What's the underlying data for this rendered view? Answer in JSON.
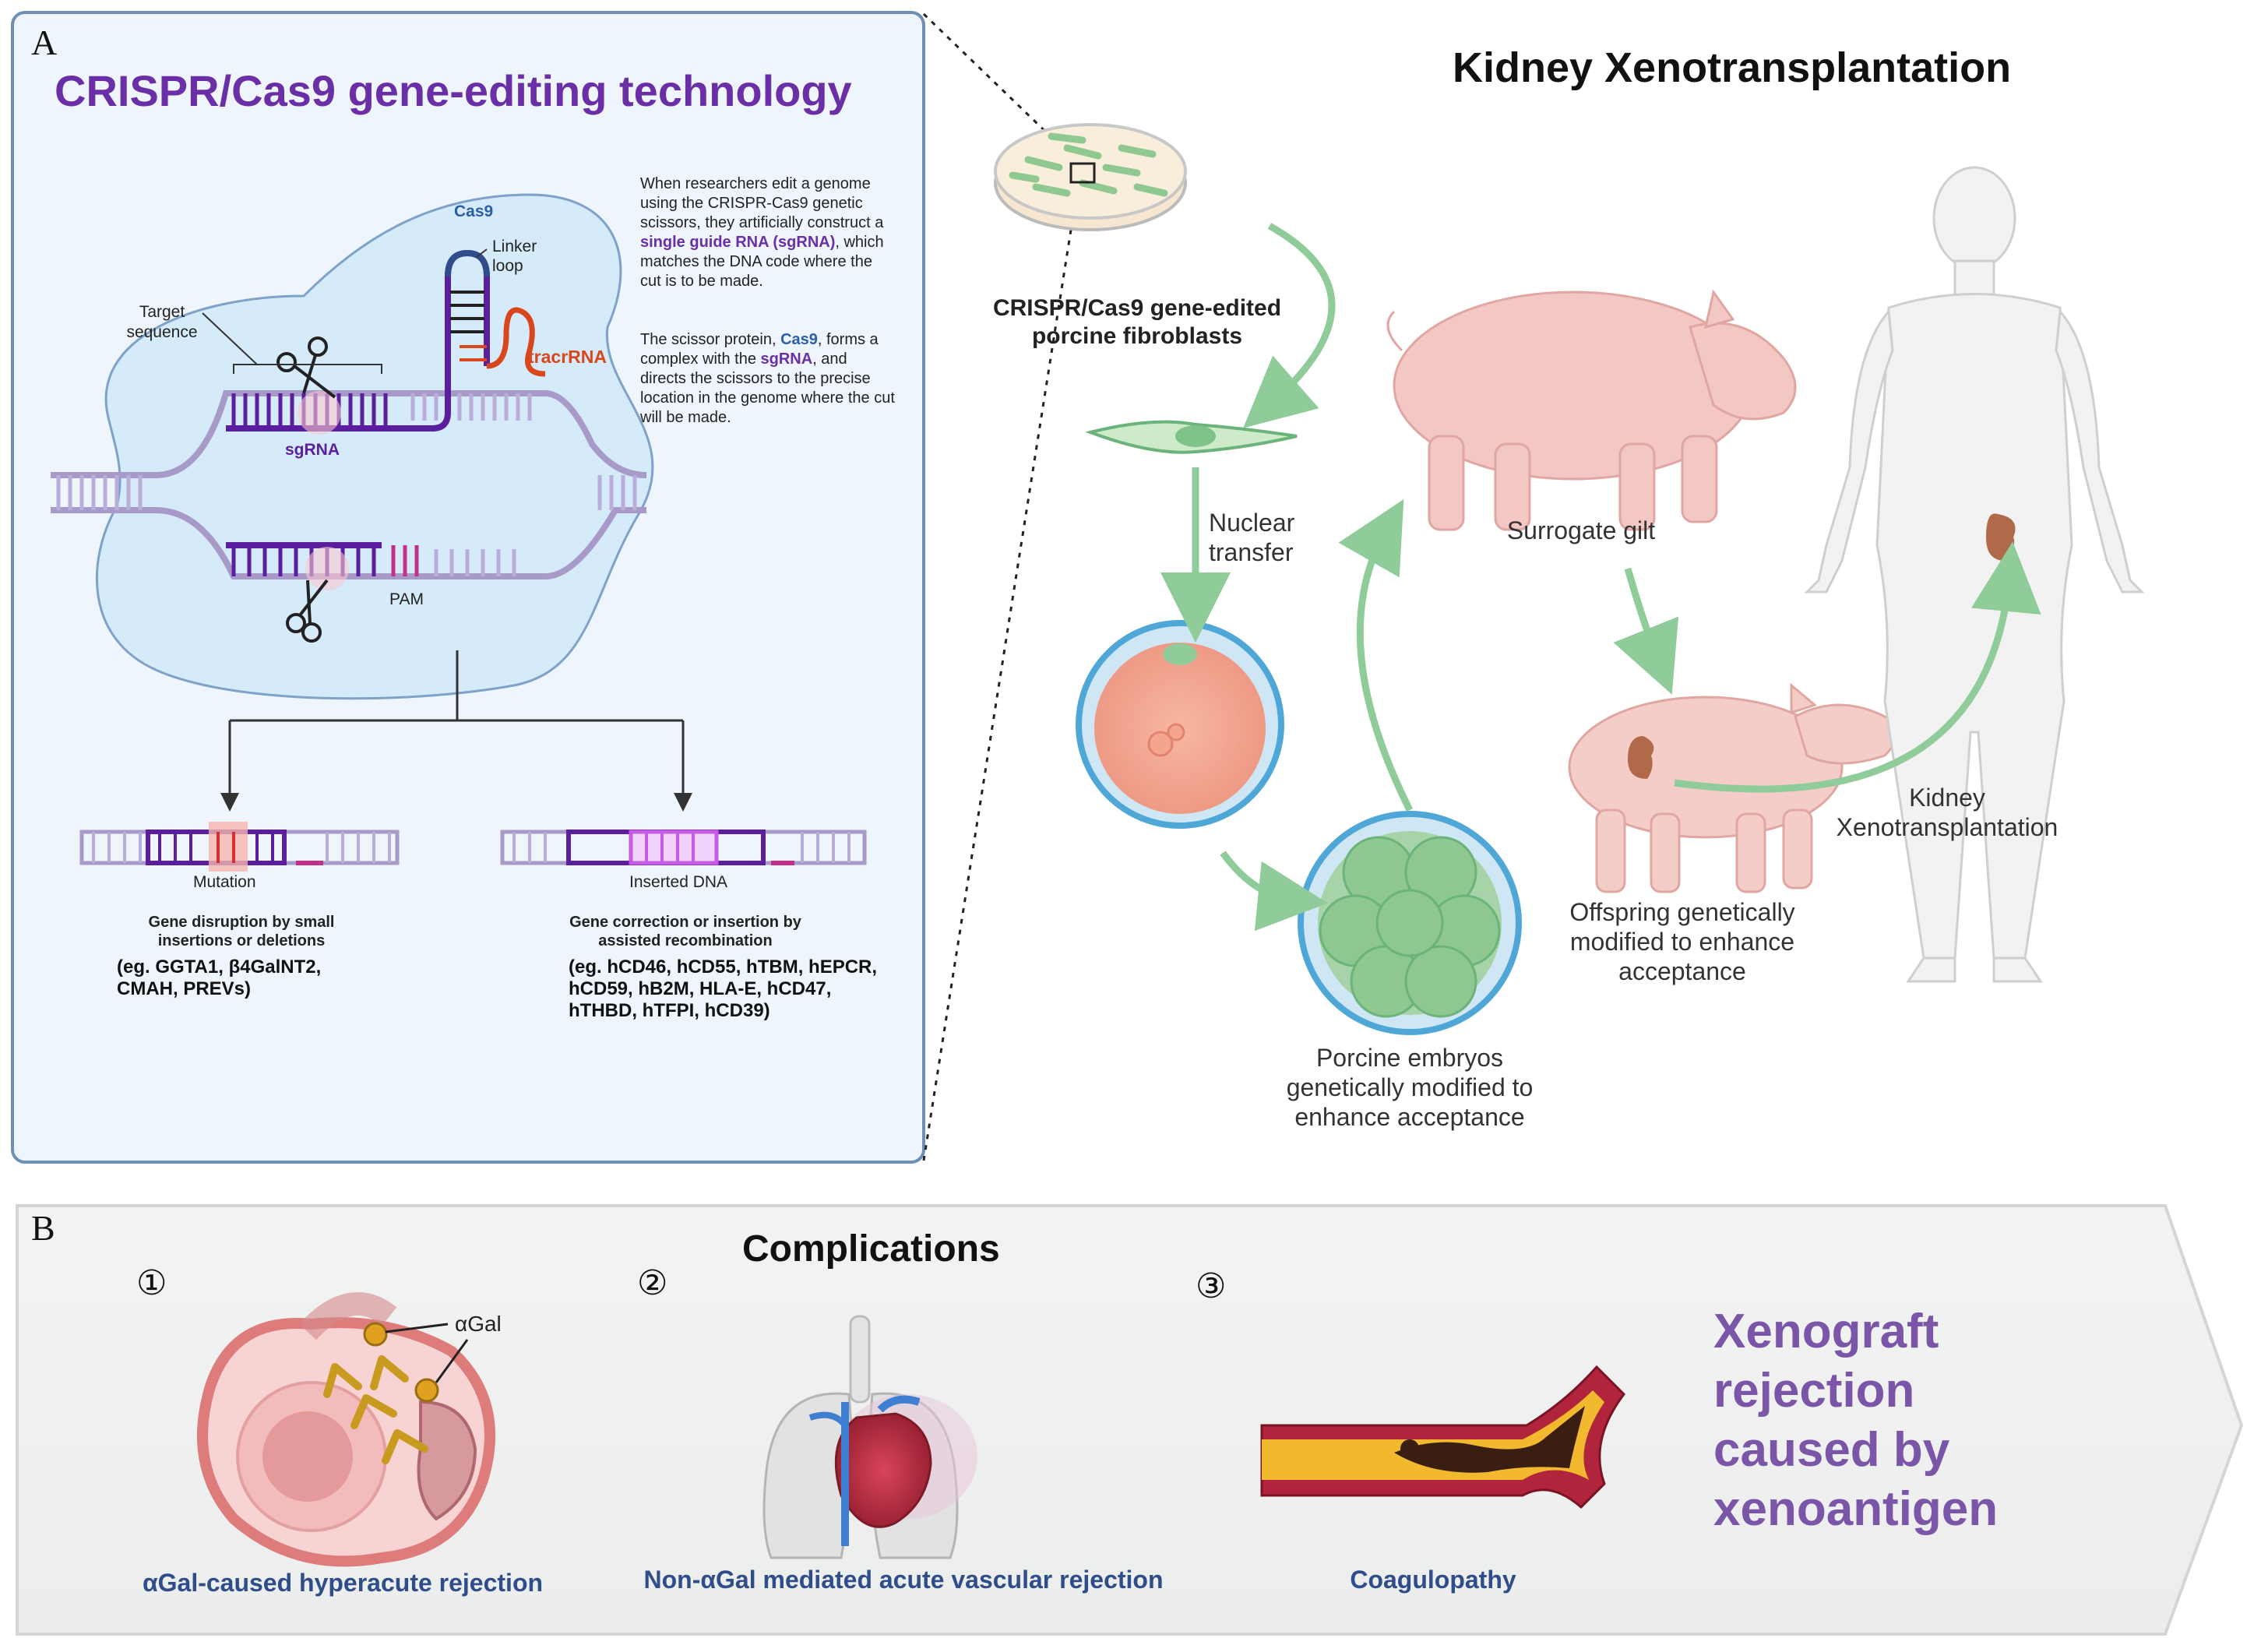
{
  "panel_a": {
    "letter": "A",
    "crispr_title": "CRISPR/Cas9 gene-editing technology",
    "cas9_label": "Cas9",
    "linker_label": "Linker loop",
    "tracr_label": "tracrRNA",
    "target_label": "Target sequence",
    "sgrna_label": "sgRNA",
    "pam_label": "PAM",
    "explanation_p1_a": "When researchers edit a genome using the CRISPR-Cas9 genetic scissors, they artificially construct a ",
    "explanation_p1_b": "single guide RNA (sgRNA)",
    "explanation_p1_c": ", which matches the DNA code where the cut is to be made.",
    "explanation_p2_a": "The scissor protein, ",
    "explanation_p2_b": "Cas9",
    "explanation_p2_c": ", forms a complex with the ",
    "explanation_p2_d": "sgRNA",
    "explanation_p2_e": ", and directs the scissors to the precise location in the genome where the cut will be made.",
    "mutation_label": "Mutation",
    "inserted_label": "Inserted DNA",
    "disruption_title": "Gene disruption by small insertions or deletions",
    "disruption_examples": "(eg. GGTA1, β4GalNT2, CMAH, PREVs)",
    "correction_title": "Gene correction or insertion by assisted recombination",
    "correction_examples": "(eg. hCD46, hCD55, hTBM, hEPCR, hCD59, hB2M, HLA-E, hCD47, hTHBD,  hTFPI, hCD39)",
    "kidney_title": "Kidney Xenotransplantation",
    "fibroblasts_label": "CRISPR/Cas9 gene-edited porcine fibroblasts",
    "nuclear_label": "Nuclear transfer",
    "surrogate_label": "Surrogate gilt",
    "embryos_label": "Porcine embryos genetically modified to enhance acceptance",
    "offspring_label": "Offspring genetically modified to enhance acceptance",
    "transplant_label": "Kidney Xenotransplantation"
  },
  "panel_b": {
    "letter": "B",
    "title": "Complications",
    "items": [
      {
        "num": "①",
        "label": "αGal-caused hyperacute rejection"
      },
      {
        "num": "②",
        "label": "Non-αGal mediated acute vascular rejection"
      },
      {
        "num": "③",
        "label": "Coagulopathy"
      }
    ],
    "agal_label": "αGal",
    "conclusion_lines": [
      "Xenograft",
      "rejection",
      "caused by",
      "xenoantigen"
    ]
  },
  "colors": {
    "crispr_title": "#6a2ea6",
    "sgrna": "#5b1e9e",
    "tracr": "#d9461b",
    "cas9_blob": "#d6ebfa",
    "arrow_green": "#8fcc9a",
    "conclusion": "#7a55a8",
    "comp_labels": "#2f4d8a"
  }
}
